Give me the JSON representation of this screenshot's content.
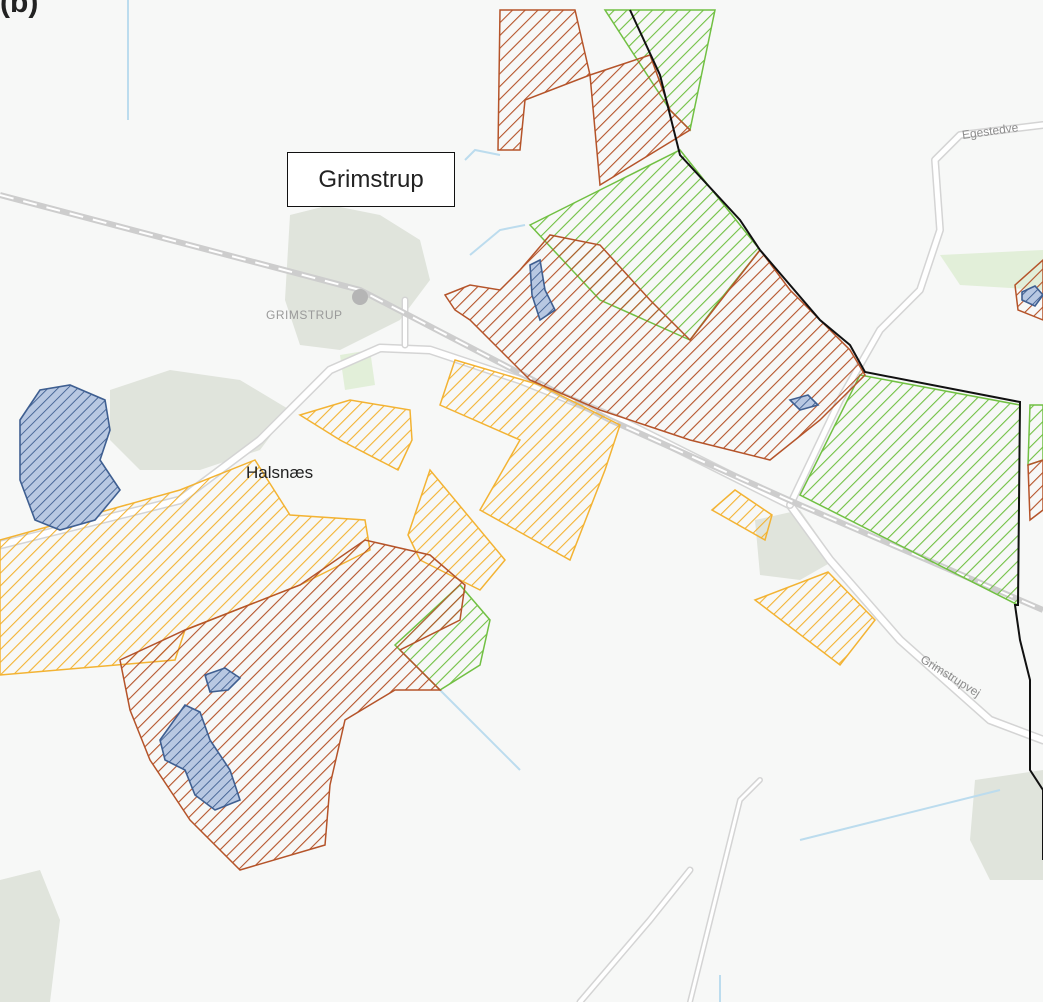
{
  "map": {
    "panel_label": "(b)",
    "callout_label": "Grimstrup",
    "area_label": "Halsnæs",
    "station_label": "GRIMSTRUP",
    "road_labels": {
      "egestedvej": "Egestedve",
      "grimstrupvej": "Grimstrupvej"
    }
  },
  "colors": {
    "background": "#f7f8f7",
    "built_area": "#dfe3db",
    "green_area": "#e3efdb",
    "road": "#e6e6e6",
    "railway": "#cfcfcf",
    "water": "#b9d9ea",
    "hatch_brown": "#b5542a",
    "hatch_green": "#71c043",
    "hatch_orange": "#f3b333",
    "lake_fill": "#8da8cc",
    "lake_stroke": "#3f5f91",
    "boundary": "#111111"
  },
  "legend_classes": [
    "brown-hatch",
    "green-hatch",
    "orange-hatch",
    "blue-lake"
  ]
}
